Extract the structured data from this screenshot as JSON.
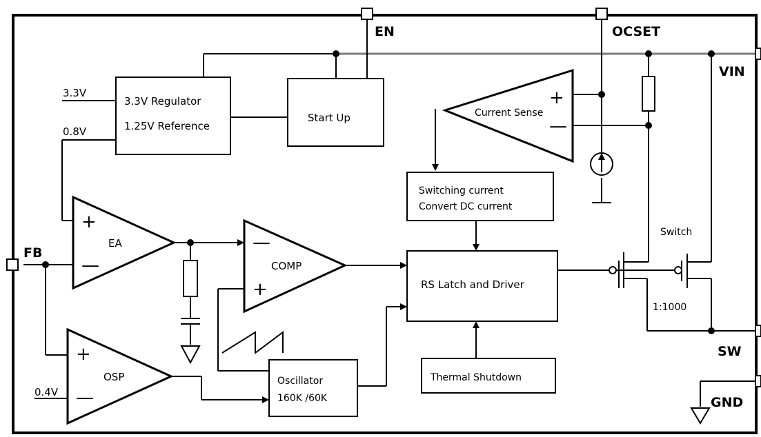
{
  "pins": {
    "en": "EN",
    "ocset": "OCSET",
    "vin": "VIN",
    "fb": "FB",
    "sw": "SW",
    "gnd": "GND"
  },
  "inputs": {
    "v33": "3.3V",
    "v08": "0.8V",
    "v04": "0.4V"
  },
  "blocks": {
    "regulator_line1": "3.3V Regulator",
    "regulator_line2": "1.25V Reference",
    "startup": "Start Up",
    "current_sense": "Current Sense",
    "switching_line1": "Switching current",
    "switching_line2": "Convert DC current",
    "rs_latch": "RS Latch and Driver",
    "thermal": "Thermal Shutdown",
    "oscillator_line1": "Oscillator",
    "oscillator_line2": "160K /60K"
  },
  "amps": {
    "ea": "EA",
    "comp": "COMP",
    "osp": "OSP"
  },
  "signs": {
    "plus": "+",
    "minus": "—"
  },
  "labels": {
    "switch": "Switch",
    "ratio": "1:1000"
  }
}
